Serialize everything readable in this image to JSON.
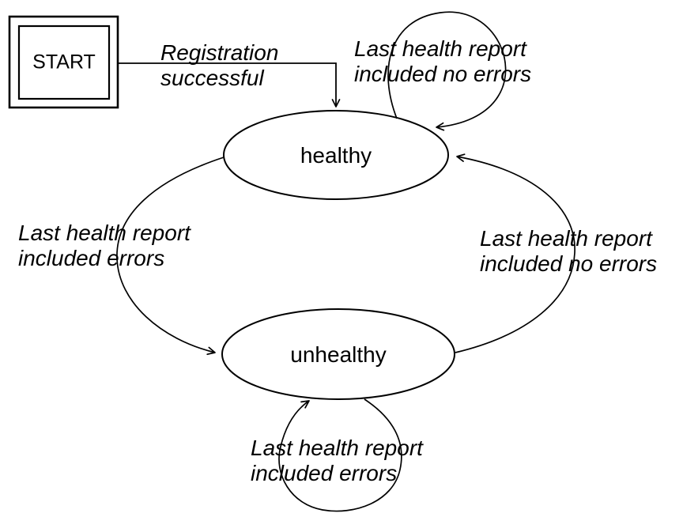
{
  "diagram": {
    "colors": {
      "stroke": "#000000",
      "text": "#000000",
      "background": "#ffffff"
    },
    "start": {
      "label": "START"
    },
    "states": [
      {
        "id": "healthy",
        "label": "healthy"
      },
      {
        "id": "unhealthy",
        "label": "unhealthy"
      }
    ],
    "transitions": [
      {
        "from": "start",
        "to": "healthy",
        "label": "Registration\nsuccessful"
      },
      {
        "from": "healthy",
        "to": "healthy",
        "label": "Last health report\nincluded no errors"
      },
      {
        "from": "healthy",
        "to": "unhealthy",
        "label": "Last health report\nincluded errors"
      },
      {
        "from": "unhealthy",
        "to": "healthy",
        "label": "Last health report\nincluded no errors"
      },
      {
        "from": "unhealthy",
        "to": "unhealthy",
        "label": "Last health report\nincluded errors"
      }
    ]
  }
}
